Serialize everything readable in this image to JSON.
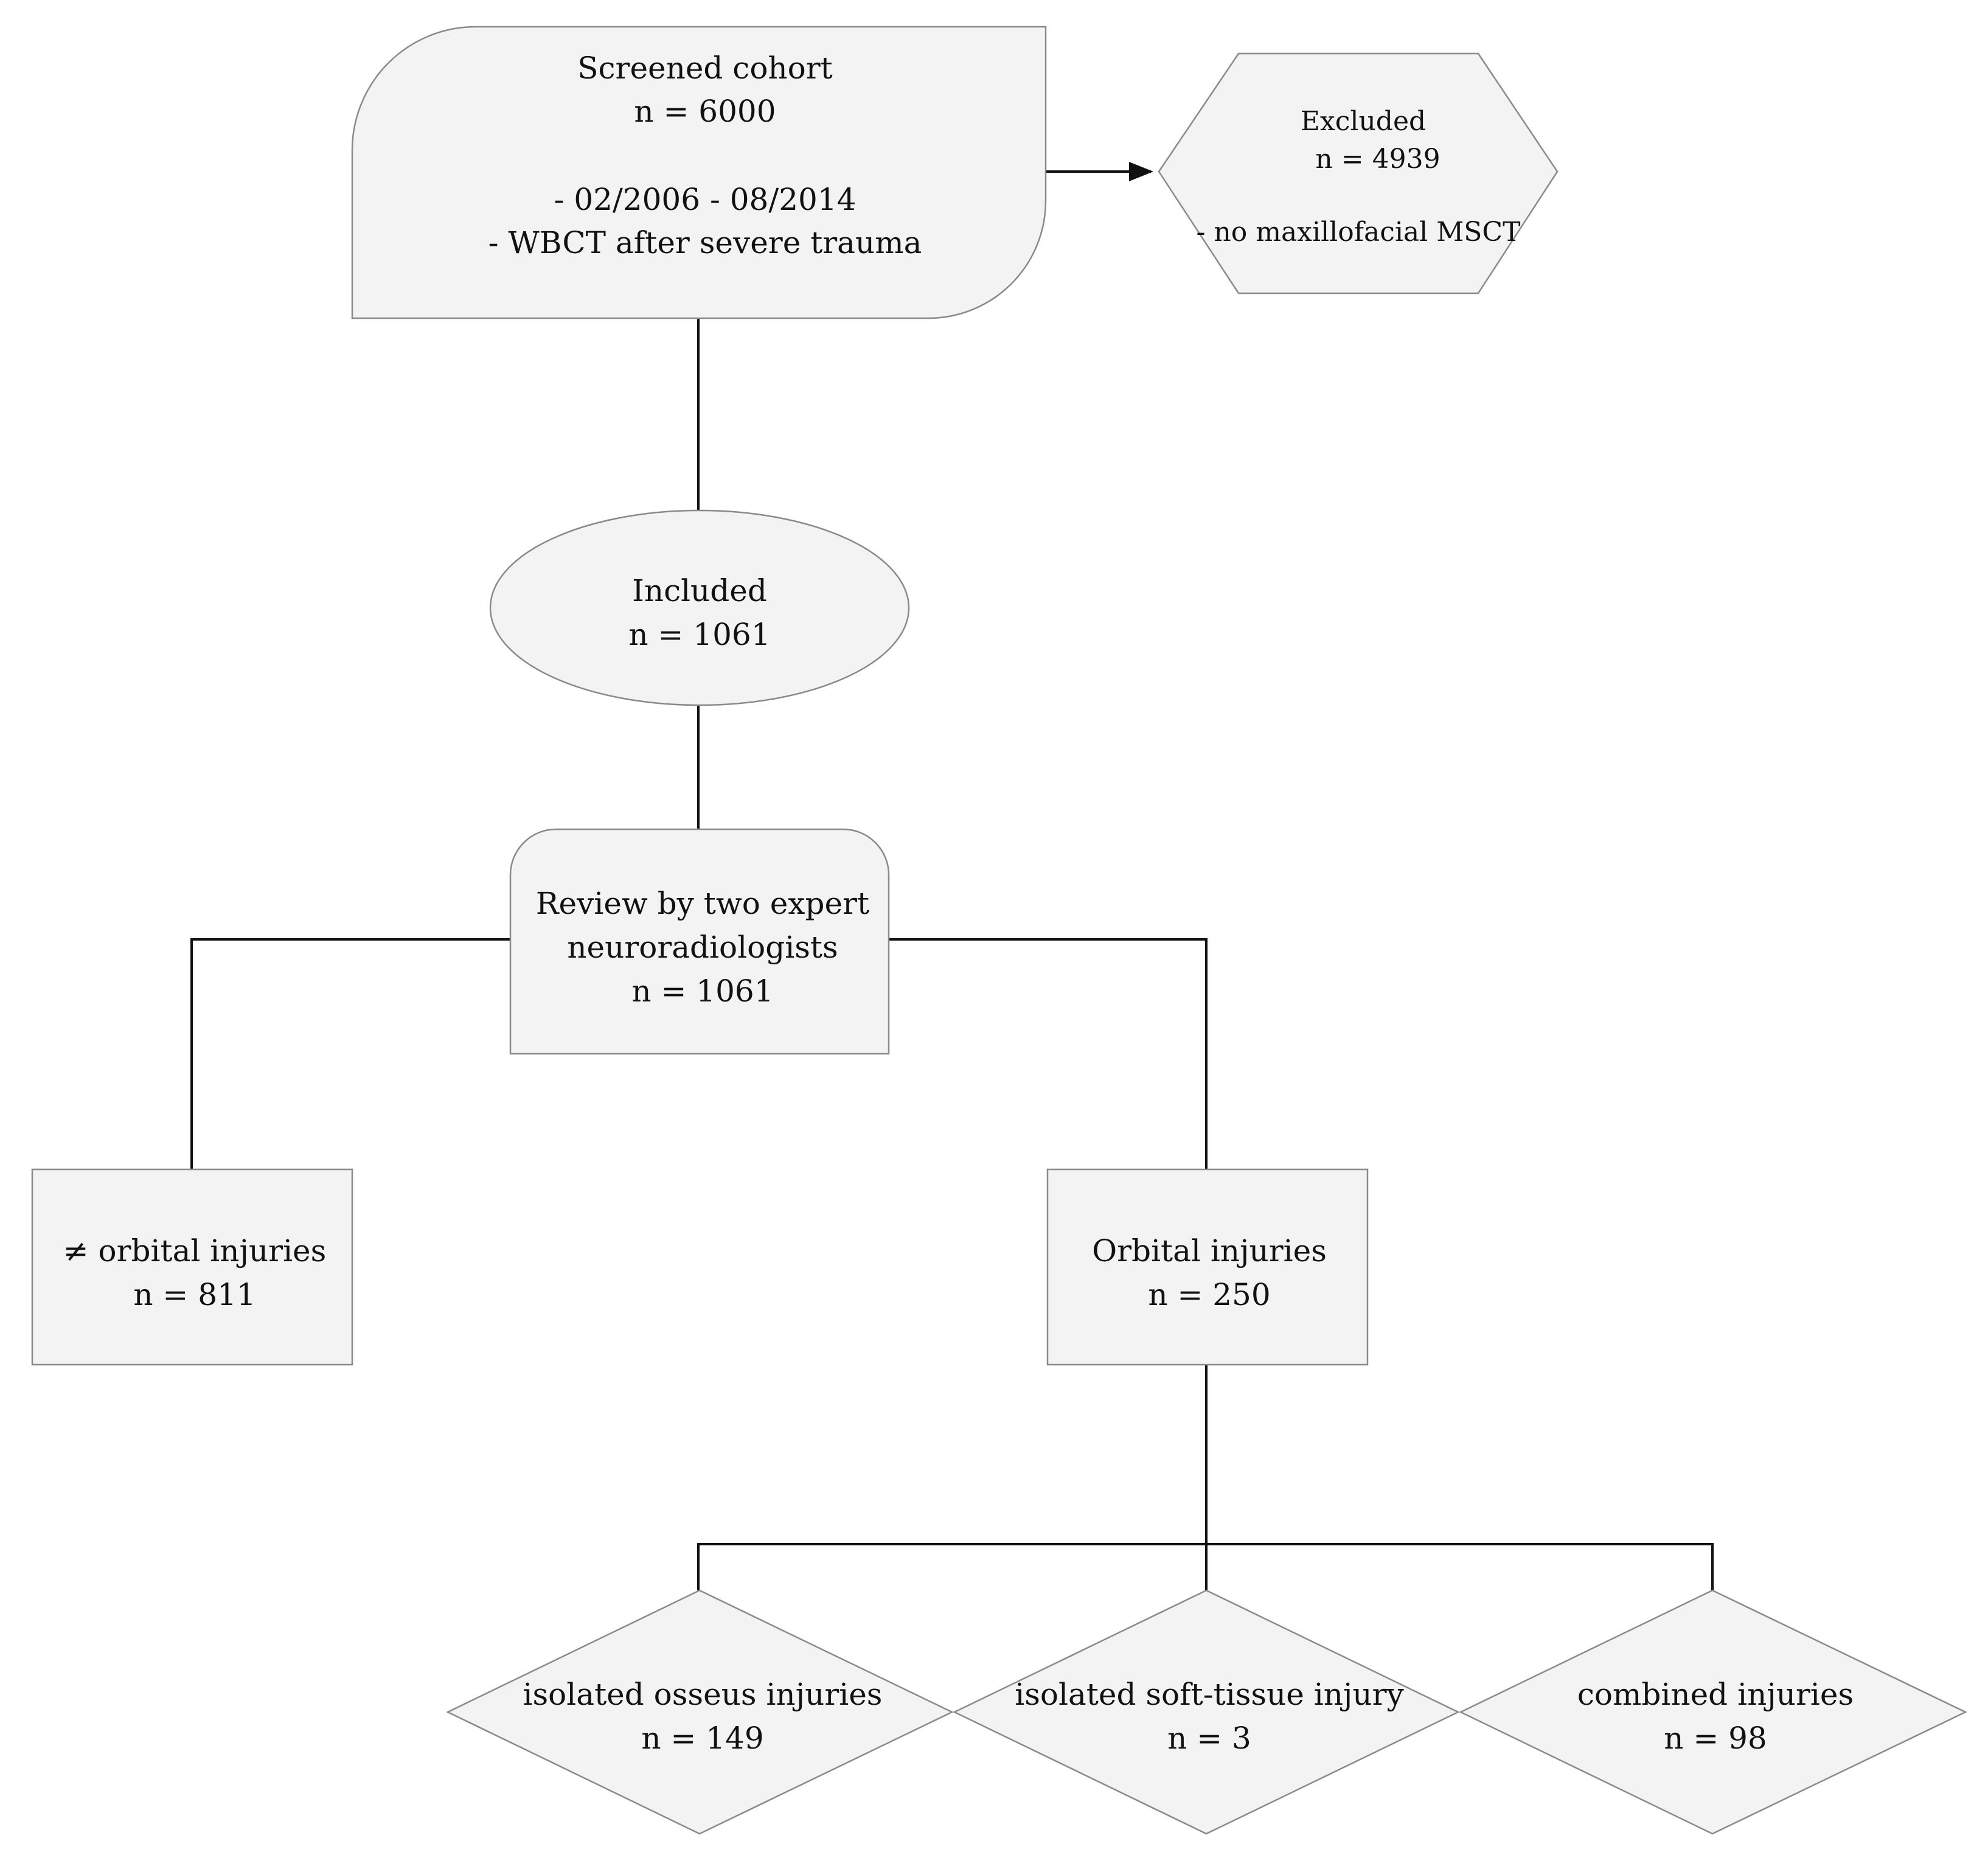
{
  "nodes": {
    "screened": {
      "title": "Screened cohort",
      "count": "n = 6000",
      "criteria": [
        "- 02/2006 - 08/2014",
        "- WBCT after severe trauma"
      ]
    },
    "excluded": {
      "title": "Excluded",
      "count": "n = 4939",
      "reason": "- no maxillofacial MSCT"
    },
    "included": {
      "title": "Included",
      "count": "n = 1061"
    },
    "review": {
      "line1": "Review by two expert",
      "line2": "neuroradiologists",
      "count": "n = 1061"
    },
    "non_orbital": {
      "title": "≠ orbital injuries",
      "count": "n = 811"
    },
    "orbital": {
      "title": "Orbital injuries",
      "count": "n = 250"
    },
    "osseous": {
      "title": "isolated osseus injuries",
      "count": "n = 149"
    },
    "soft_tissue": {
      "title": "isolated soft-tissue injury",
      "count": "n = 3"
    },
    "combined": {
      "title": "combined injuries",
      "count": "n = 98"
    }
  },
  "colors": {
    "shape_fill": "#f3f3f3",
    "shape_stroke": "#8a8a8a",
    "connector": "#111111",
    "text": "#111111"
  }
}
